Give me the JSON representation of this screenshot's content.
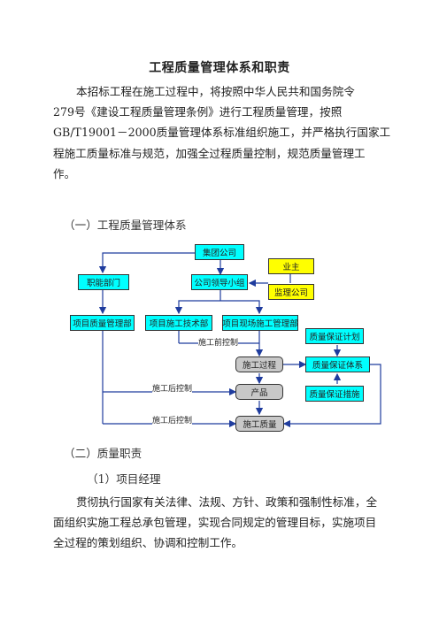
{
  "doc": {
    "title": "工程质量管理体系和职责",
    "intro_lines": [
      "本招标工程在施工过程中，将按照中华人民共和国务院令",
      "279号《建设工程质量管理条例》进行工程质量管理，按照",
      "GB/T19001－2000质量管理体系标准组织施工，并严格执行国家工",
      "程施工质量标准与规范，加强全过程质量控制，规范质量管理工",
      "作。"
    ],
    "section1": "（一）工程质量管理体系",
    "section2": "（二）质量职责",
    "subsection1": "（1）项目经理",
    "duty_lines": [
      "贯彻执行国家有关法律、法规、方针、政策和强制性标准，全",
      "面组织实施工程总承包管理，实现合同规定的管理目标，实施项目",
      "全过程的策划组织、协调和控制工作。"
    ]
  },
  "diagram": {
    "group": "集团公司",
    "owner": "业主",
    "functional": "职能部门",
    "leadership": "公司领导小组",
    "supervisor": "监理公司",
    "quality_dept": "项目质量管理部",
    "tech_dept": "项目施工技术部",
    "site_dept": "项目现场施工管理部",
    "qa_plan": "质量保证计划",
    "pre_control": "施工前控制",
    "process": "施工过程",
    "qa_system": "质量保证体系",
    "post_control_1": "施工后控制",
    "product": "产品",
    "qa_measures": "质量保证措施",
    "post_control_2": "施工后控制",
    "construction_quality": "施工质量"
  }
}
